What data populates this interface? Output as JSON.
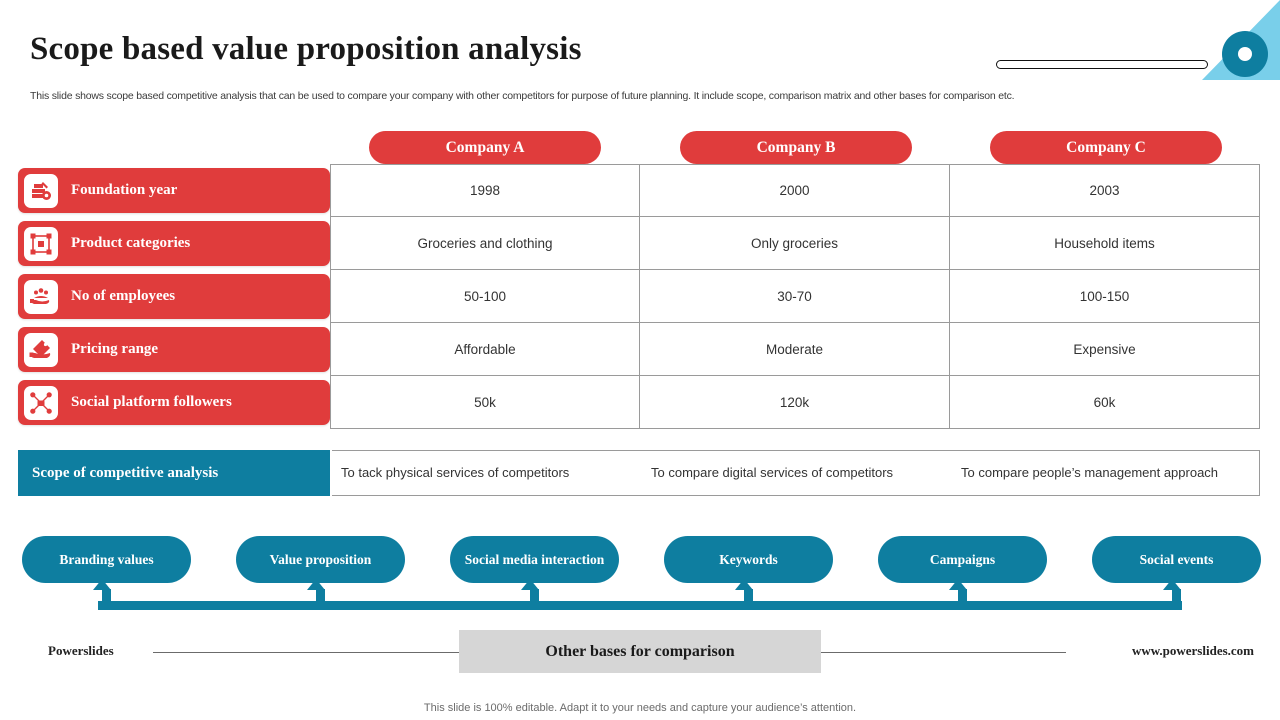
{
  "header": {
    "title": "Scope based value proposition analysis",
    "subtitle": "This slide shows scope based competitive analysis that can be used to compare your company with other competitors for purpose of future planning. It include scope, comparison  matrix and other bases for comparison etc.",
    "decoration": {
      "triangle_icon": "triangle-decoration",
      "ring_icon": "ring-decoration",
      "line_icon": "pill-line-decoration",
      "triangle_color": "#79CFEA",
      "ring_color": "#0E7EA0"
    }
  },
  "theme": {
    "red": "#E03C3C",
    "teal": "#0E7EA0",
    "light_blue": "#79CFEA",
    "grey_box": "#D6D6D6",
    "border": "#9a9a9a"
  },
  "matrix": {
    "columns": [
      "Company A",
      "Company B",
      "Company C"
    ],
    "rows": [
      {
        "label": "Foundation year",
        "icon": "foundation-building-icon",
        "values": [
          "1998",
          "2000",
          "2003"
        ]
      },
      {
        "label": "Product categories",
        "icon": "product-network-icon",
        "values": [
          "Groceries and clothing",
          "Only  groceries",
          "Household items"
        ]
      },
      {
        "label": "No of employees",
        "icon": "hand-people-icon",
        "values": [
          "50-100",
          "30-70",
          "100-150"
        ]
      },
      {
        "label": "Pricing range",
        "icon": "hand-price-tag-icon",
        "values": [
          "Affordable",
          "Moderate",
          "Expensive"
        ]
      },
      {
        "label": "Social platform followers",
        "icon": "social-network-icon",
        "values": [
          "50k",
          "120k",
          "60k"
        ]
      }
    ]
  },
  "scope": {
    "label": "Scope of competitive analysis",
    "values": [
      "To tack physical services of competitors",
      "To compare digital services of competitors",
      "To compare people’s management approach"
    ]
  },
  "other_bases": {
    "items": [
      "Branding values",
      "Value proposition",
      "Social media interaction",
      "Keywords",
      "Campaigns",
      "Social events"
    ],
    "caption": "Other bases for comparison"
  },
  "footer": {
    "brand": "Powerslides",
    "url": "www.powerslides.com",
    "note": "This slide is 100% editable. Adapt it to your needs and capture your audience’s attention."
  }
}
